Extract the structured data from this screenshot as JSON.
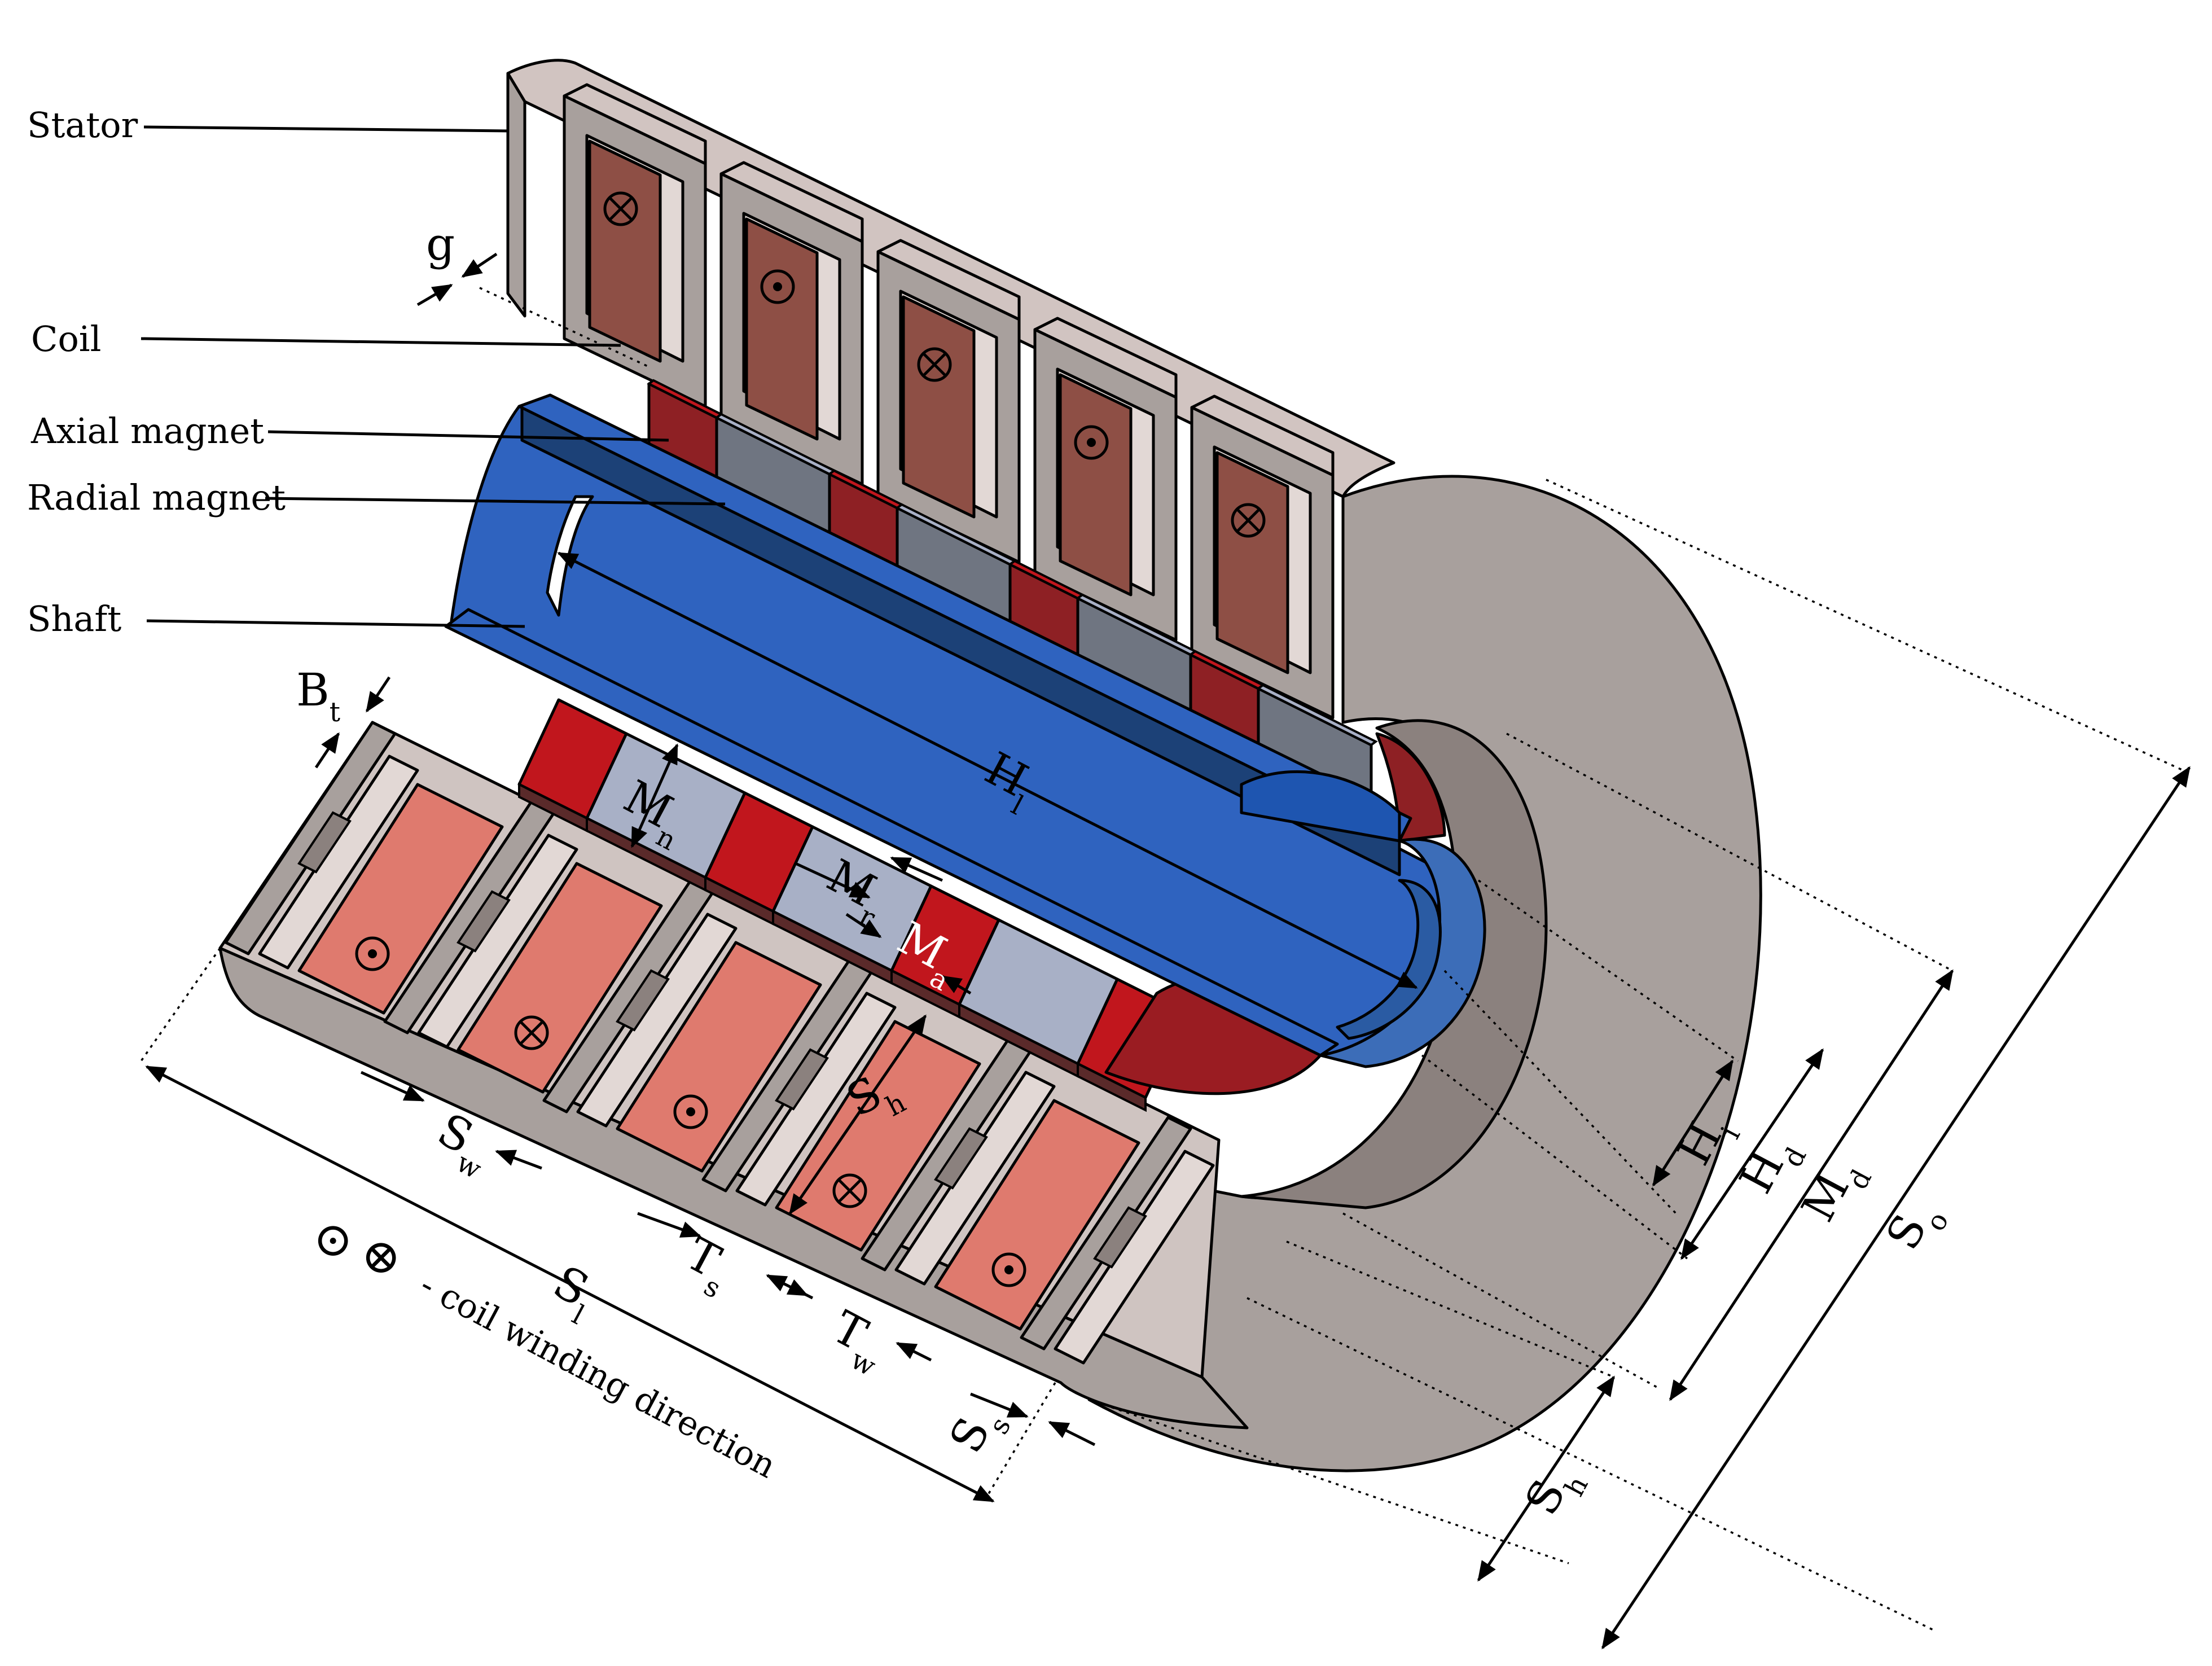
{
  "colors": {
    "stator_top": "#d1c4c1",
    "stator_face": "#a8a09d",
    "stator_dark": "#8b817e",
    "stator_light": "#e2d8d5",
    "coil_back": "#8e4f45",
    "coil_front": "#df7a6e",
    "axial_magnet": "#8e2024",
    "axial_magnet_bright": "#c1161d",
    "radial_magnet_back": "#6f7581",
    "radial_magnet_front": "#a8b0c6",
    "shaft_blue": "#2f63bf",
    "shaft_dark": "#1c4177",
    "shaft_light": "#4b7fd2"
  },
  "labels": {
    "stator": "Stator",
    "coil": "Coil",
    "axial_magnet": "Axial magnet",
    "radial_magnet": "Radial magnet",
    "shaft": "Shaft"
  },
  "dimensions": {
    "g": {
      "main": "g",
      "sub": ""
    },
    "Bt": {
      "main": "B",
      "sub": "t"
    },
    "Mn": {
      "main": "M",
      "sub": "n"
    },
    "Hl": {
      "main": "H",
      "sub": "l"
    },
    "Mr": {
      "main": "M",
      "sub": "r"
    },
    "Ma": {
      "main": "M",
      "sub": "a"
    },
    "Sh_inner": {
      "main": "S",
      "sub": "h"
    },
    "Sw": {
      "main": "S",
      "sub": "w"
    },
    "Ts": {
      "main": "T",
      "sub": "s"
    },
    "Tw": {
      "main": "T",
      "sub": "w"
    },
    "Sl": {
      "main": "S",
      "sub": "l"
    },
    "Ss": {
      "main": "S",
      "sub": "s"
    },
    "Hi": {
      "main": "H",
      "sub": "i"
    },
    "Hd": {
      "main": "H",
      "sub": "d"
    },
    "Md": {
      "main": "M",
      "sub": "d"
    },
    "So": {
      "main": "S",
      "sub": "o"
    },
    "Sh_outer": {
      "main": "S",
      "sub": "h"
    }
  },
  "legend": {
    "dot_symbol": "⊙",
    "cross_symbol": "⊗",
    "text": "- coil winding direction"
  },
  "winding": {
    "top_slots": [
      "cross",
      "dot",
      "cross",
      "dot",
      "cross"
    ],
    "bottom_slots": [
      "dot",
      "cross",
      "dot",
      "cross",
      "dot"
    ]
  }
}
